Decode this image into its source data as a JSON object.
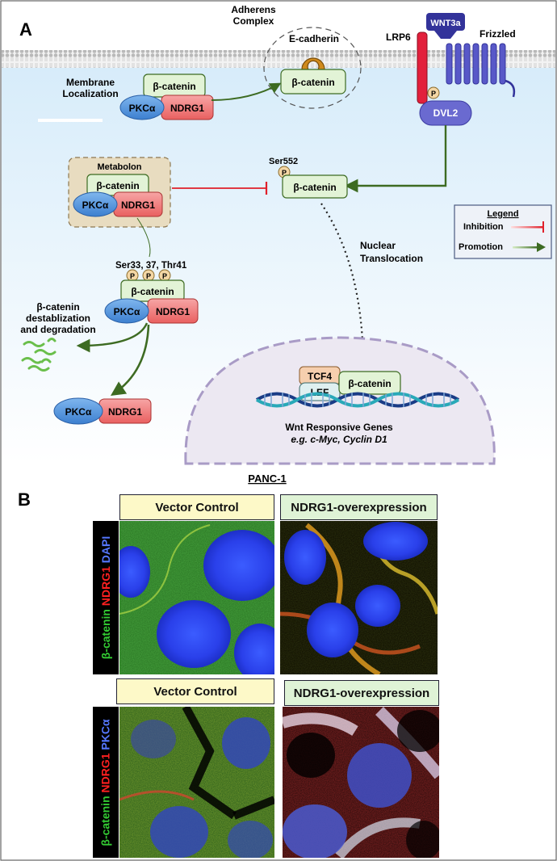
{
  "panel_a": {
    "letter": "A",
    "adherens_l1": "Adherens",
    "adherens_l2": "Complex",
    "ecadherin": "E-cadherin",
    "lrp6": "LRP6",
    "wnt3a": "WNT3a",
    "frizzled": "Frizzled",
    "membrane_l1": "Membrane",
    "membrane_l2": "Localization",
    "metabolon": "Metabolon",
    "ser552": "Ser552",
    "ser_sites": "Ser33, 37, Thr41",
    "p": "P",
    "beta_catenin": "β-catenin",
    "pkca": "PKCα",
    "ndrg1": "NDRG1",
    "dvl2": "DVL2",
    "tcf4": "TCF4",
    "lef": "LEF",
    "destab_l1": "β-catenin",
    "destab_l2": "destablization",
    "destab_l3": "and degradation",
    "nuclear_l1": "Nuclear",
    "nuclear_l2": "Translocation",
    "wnt_genes_l1": "Wnt Responsive Genes",
    "wnt_genes_l2": "e.g. c-Myc, Cyclin D1",
    "legend": {
      "title": "Legend",
      "inhibition": "Inhibition",
      "promotion": "Promotion"
    },
    "colors": {
      "beta_catenin_fill": "#e2f3d6",
      "pkca_fill": "#4a8fd8",
      "ndrg1_fill": "#f07b7b",
      "promotion_arrow": "#3d6b22",
      "inhibition_arrow": "#e0202a",
      "dvl2_fill": "#6a6ad0",
      "lrp6_fill": "#e2203c",
      "wnt3a_fill": "#33339a",
      "nucleus_fill": "#ece8f2"
    }
  },
  "panel_b": {
    "letter": "B",
    "cell_line": "PANC-1",
    "row1": {
      "vector_label": "Vector Control",
      "over_label": "NDRG1-overexpression",
      "stain_green": "β-catenin",
      "stain_red": "NDRG1",
      "stain_blue": "DAPI"
    },
    "row2": {
      "vector_label": "Vector Control",
      "over_label": "NDRG1-overexpression",
      "stain_green": "β-catenin",
      "stain_red": "NDRG1",
      "stain_blue": "PKCα"
    },
    "colors": {
      "vector_label_bg": "#fdf9c8",
      "over_label_bg": "#dff3d6",
      "stain_green": "#33cc33",
      "stain_red": "#ff2020",
      "stain_blue": "#5577ff"
    }
  }
}
